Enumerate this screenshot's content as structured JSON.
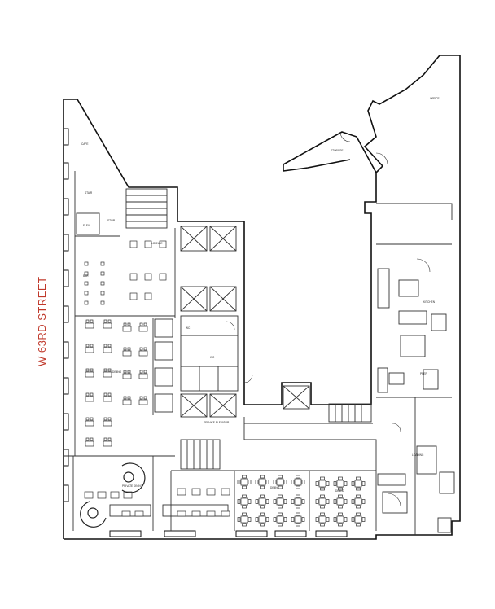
{
  "street_label": "W 63RD STREET",
  "colors": {
    "street_label": "#c0392b",
    "wall": "#111111",
    "line": "#333333",
    "fill": "#ffffff"
  },
  "room_tags": [
    "CAFE",
    "STAIR",
    "ELEV",
    "STAIR",
    "LOUNGE",
    "BAR",
    "DINING",
    "PRIVATE DINING",
    "DINING",
    "DINING",
    "KITCHEN",
    "PREP",
    "STORAGE",
    "OFFICE",
    "WC",
    "WC",
    "SERVICE ELEVATOR",
    "LOADING"
  ]
}
